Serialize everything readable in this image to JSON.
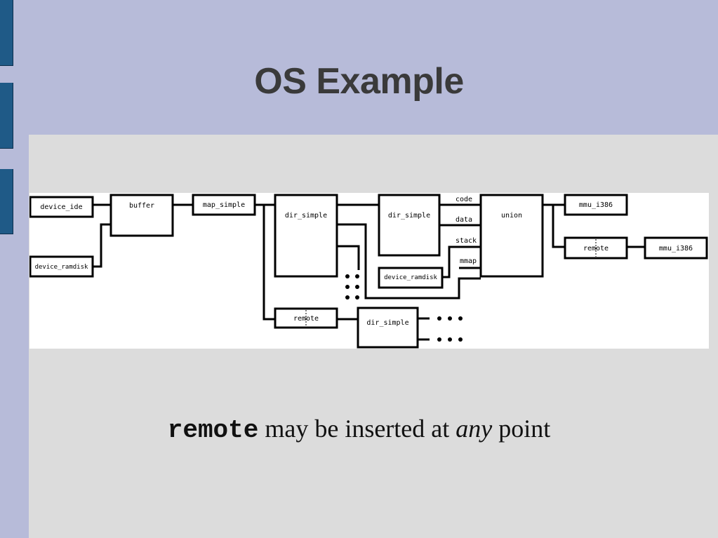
{
  "slide": {
    "title": "OS Example"
  },
  "diagram": {
    "blocks": {
      "device_ide": "device_ide",
      "device_ramdisk_left": "device_ramdisk",
      "buffer": "buffer",
      "map_simple": "map_simple",
      "dir_simple_1": "dir_simple",
      "dir_simple_2": "dir_simple",
      "device_ramdisk_mid": "device_ramdisk",
      "union": "union",
      "mmu_i386_1": "mmu_i386",
      "remote_right": "remote",
      "mmu_i386_2": "mmu_i386",
      "remote_bottom": "remote",
      "dir_simple_3": "dir_simple"
    },
    "port_labels": {
      "code": "code",
      "data": "data",
      "stack": "stack",
      "mmap": "mmap"
    }
  },
  "caption": {
    "keyword": "remote",
    "text_before_em": " may be inserted at ",
    "emphasis": "any",
    "text_after_em": " point"
  }
}
